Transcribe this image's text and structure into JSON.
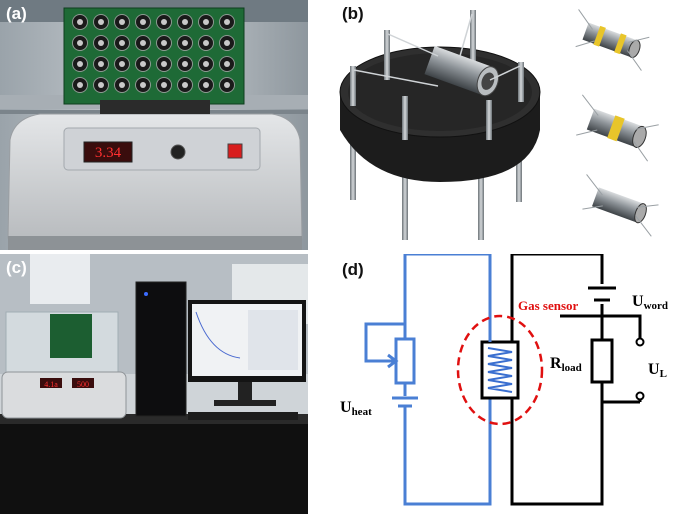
{
  "panels": {
    "a": {
      "label": "(a)",
      "display_value": "3.34"
    },
    "b": {
      "label": "(b)"
    },
    "c": {
      "label": "(c)",
      "display_left": "4.1a",
      "display_right": "500"
    },
    "d": {
      "label": "(d)"
    }
  },
  "circuit": {
    "gas_sensor_label": "Gas sensor",
    "u_word_main": "U",
    "u_word_sub": "word",
    "r_load_main": "R",
    "r_load_sub": "load",
    "u_l_main": "U",
    "u_l_sub": "L",
    "u_heat_main": "U",
    "u_heat_sub": "heat"
  },
  "colors": {
    "heater_circuit": "#4a7fd4",
    "measure_circuit": "#000000",
    "sensor_highlight": "#e01010",
    "coil": "#3a6fd0"
  }
}
